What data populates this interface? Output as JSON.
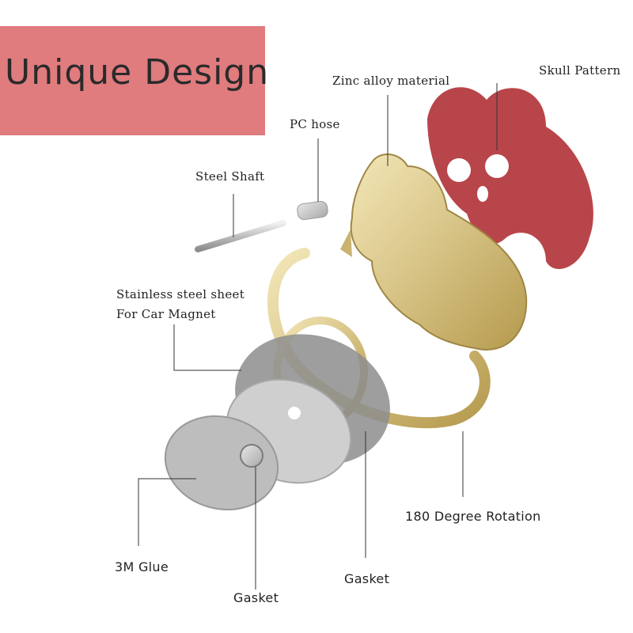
{
  "banner": {
    "title": "Unique Design",
    "color": "#e07b7e"
  },
  "labels": {
    "zinc_alloy": "Zinc alloy material",
    "skull_pattern": "Skull Pattern",
    "pc_hose": "PC hose",
    "steel_shaft": "Steel Shaft",
    "stainless_line1": "Stainless steel sheet",
    "stainless_line2": "For Car Magnet",
    "rotation": "180 Degree Rotation",
    "glue": "3M Glue",
    "gasket_bottom": "Gasket",
    "gasket_right": "Gasket"
  },
  "colors": {
    "gold": "#d8c58a",
    "red_sticker": "#b8454a",
    "silver": "#c9c9c9"
  }
}
